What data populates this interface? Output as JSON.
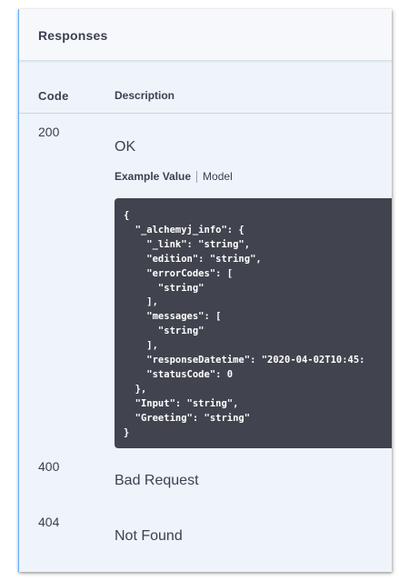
{
  "responses": {
    "title": "Responses",
    "columns": {
      "code": "Code",
      "description": "Description"
    },
    "items": [
      {
        "code": "200",
        "description": "OK"
      },
      {
        "code": "400",
        "description": "Bad Request"
      },
      {
        "code": "404",
        "description": "Not Found"
      }
    ],
    "example": {
      "tab_example_value": "Example Value",
      "tab_model": "Model",
      "json_text": "{\n  \"_alchemyj_info\": {\n    \"_link\": \"string\",\n    \"edition\": \"string\",\n    \"errorCodes\": [\n      \"string\"\n    ],\n    \"messages\": [\n      \"string\"\n    ],\n    \"responseDatetime\": \"2020-04-02T10:45:\n    \"statusCode\": 0\n  },\n  \"Input\": \"string\",\n  \"Greeting\": \"string\"\n}"
    }
  },
  "colors": {
    "panel_background": "#eef4fa",
    "code_background": "#41444e",
    "text": "#3b4151",
    "accent_border": "#61affe"
  }
}
